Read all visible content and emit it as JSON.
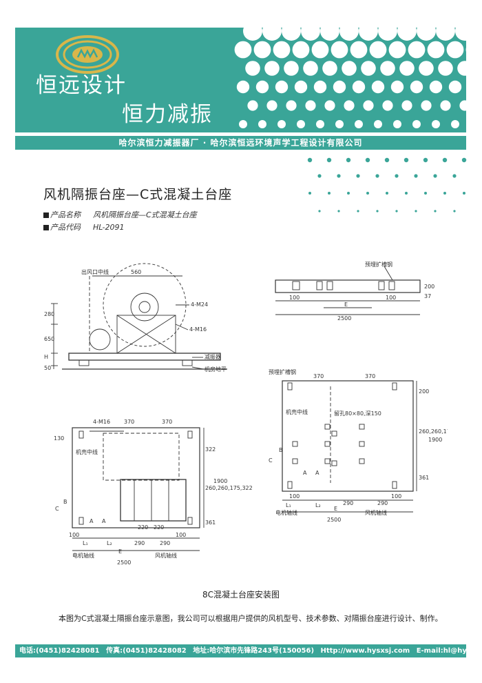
{
  "header": {
    "slogan_line1": "恒远设计",
    "slogan_line2": "恒力减振",
    "company_bar": "哈尔滨恒力减振器厂 · 哈尔滨恒远环境声学工程设计有限公司",
    "colors": {
      "teal": "#3aa598",
      "logo_gold": "#d8b64a",
      "white": "#ffffff"
    }
  },
  "product": {
    "title": "风机隔振台座—C式混凝土台座",
    "name_label": "产品名称",
    "name_value": "风机隔振台座—C式混凝土台座",
    "code_label": "产品代码",
    "code_value": "HL-2091"
  },
  "drawing": {
    "labels": {
      "outlet_center": "出风口中线",
      "m24": "4-M24",
      "m16": "4-M16",
      "isolator": "减振器",
      "floor": "机房地平",
      "embedded_channel": "预埋扩槽钢",
      "machine_center": "机壳中线",
      "hole_note": "留孔80×80,深150",
      "motor_axis": "电机轴线",
      "fan_axis": "风机轴线",
      "dim_560": "560",
      "dim_280": "280",
      "dim_650": "650",
      "dim_H": "H",
      "dim_50": "50",
      "dim_370": "370",
      "dim_130": "130",
      "dim_322": "322",
      "dim_1900": "1900",
      "dim_361": "361",
      "dim_220": "220",
      "dim_100": "100",
      "dim_290": "290",
      "dim_2500": "2500",
      "dim_E": "E",
      "dim_L1": "L₁",
      "dim_L2": "L₂",
      "dim_A": "A",
      "dim_B": "B",
      "dim_C": "C",
      "dim_200": "200",
      "dim_37": "37",
      "dim_stack": "260,260,175,322"
    },
    "caption": "8C混凝土台座安装图"
  },
  "description": "本图为C式混凝土隔振台座示意图，我公司可以根据用户提供的风机型号、技术参数、对隔振台座进行设计、制作。",
  "footer": {
    "tel": "电话:(0451)82428081",
    "fax": "传真:(0451)82428082",
    "address": "地址:哈尔滨市先锋路243号(150056)",
    "web": "Http://www.hysxsj.com",
    "email": "E-mail:hl@hysxsj.com"
  }
}
